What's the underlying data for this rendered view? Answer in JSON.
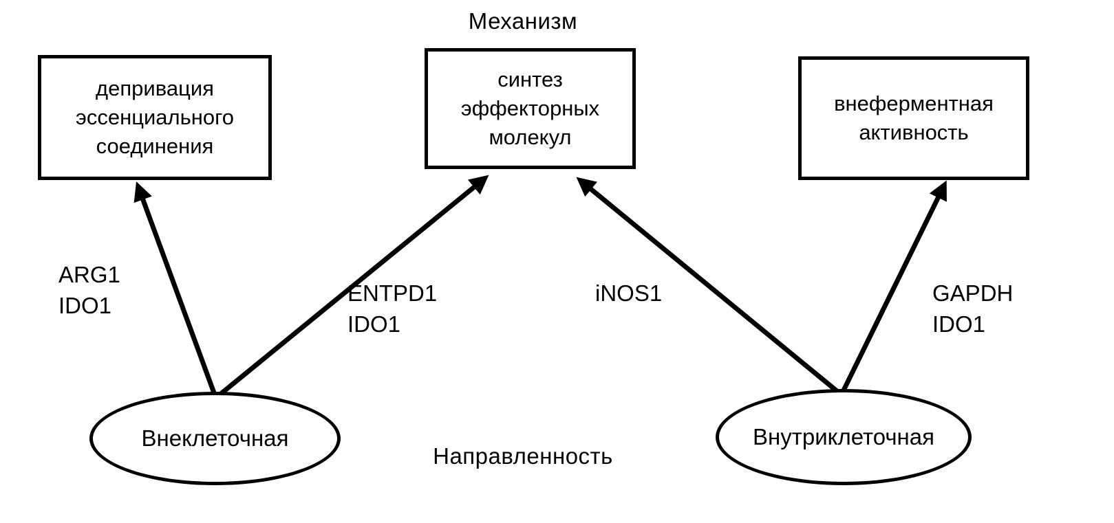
{
  "diagram": {
    "axis_top_label": "Механизм",
    "axis_bottom_label": "Направленность"
  },
  "nodes": {
    "deprivation": "депривация\nэссенциального\nсоединения",
    "synthesis": "синтез\nэффекторных\nмолекул",
    "nonenzymatic": "внеферментная\nактивность",
    "extracellular": "Внеклеточная",
    "intracellular": "Внутриклеточная"
  },
  "edges": [
    {
      "from": "Внеклеточная",
      "to": "депривация эссенциального соединения",
      "label": "ARG1\nIDO1"
    },
    {
      "from": "Внеклеточная",
      "to": "синтез эффекторных молекул",
      "label": "ENTPD1\nIDO1"
    },
    {
      "from": "Внутриклеточная",
      "to": "синтез эффекторных молекул",
      "label": "iNOS1"
    },
    {
      "from": "Внутриклеточная",
      "to": "внеферментная активность",
      "label": "GAPDH\nIDO1"
    }
  ],
  "colors": {
    "stroke": "#000000",
    "background": "#ffffff"
  }
}
